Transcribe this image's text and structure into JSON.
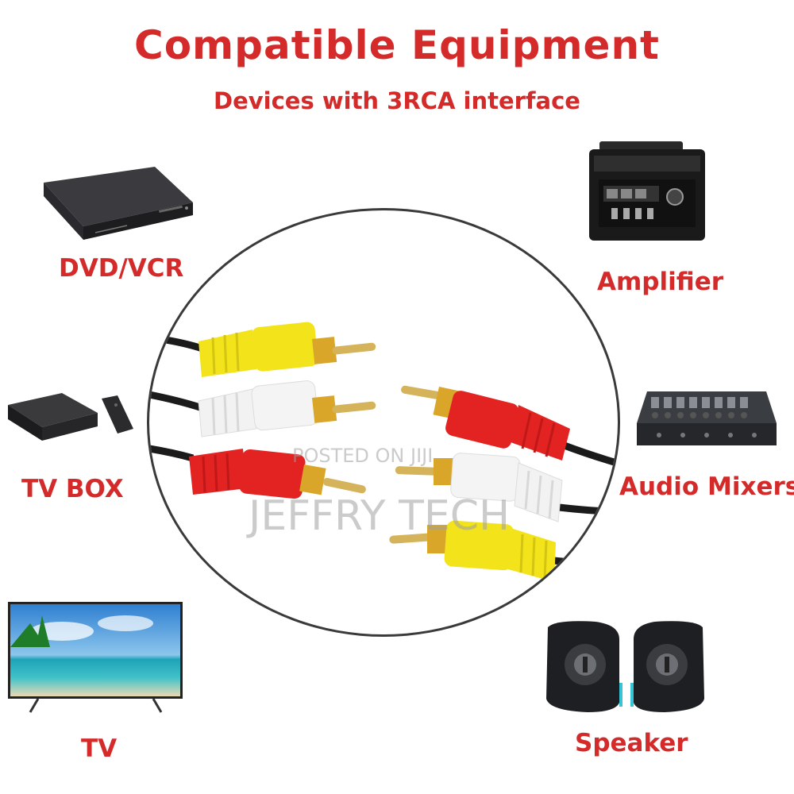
{
  "header": {
    "title": "Compatible  Equipment",
    "subtitle": "Devices with 3RCA interface"
  },
  "devices": {
    "dvd": {
      "label": "DVD/VCR",
      "icon": "dvd-player-icon"
    },
    "tvbox": {
      "label": "TV BOX",
      "icon": "tv-box-icon"
    },
    "tv": {
      "label": "TV",
      "icon": "television-icon"
    },
    "amplifier": {
      "label": "Amplifier",
      "icon": "amplifier-icon"
    },
    "mixer": {
      "label": "Audio Mixers",
      "icon": "audio-mixer-icon"
    },
    "speaker": {
      "label": "Speaker",
      "icon": "speaker-icon"
    }
  },
  "watermark": {
    "line1": "POSTED ON JIJI",
    "line2": "JEFFRY TECH"
  },
  "colors": {
    "accent": "#d42a2a",
    "plug_yellow": "#f2e31b",
    "plug_white": "#f2f2f2",
    "plug_red": "#e32222",
    "gold": "#d9a62a"
  }
}
